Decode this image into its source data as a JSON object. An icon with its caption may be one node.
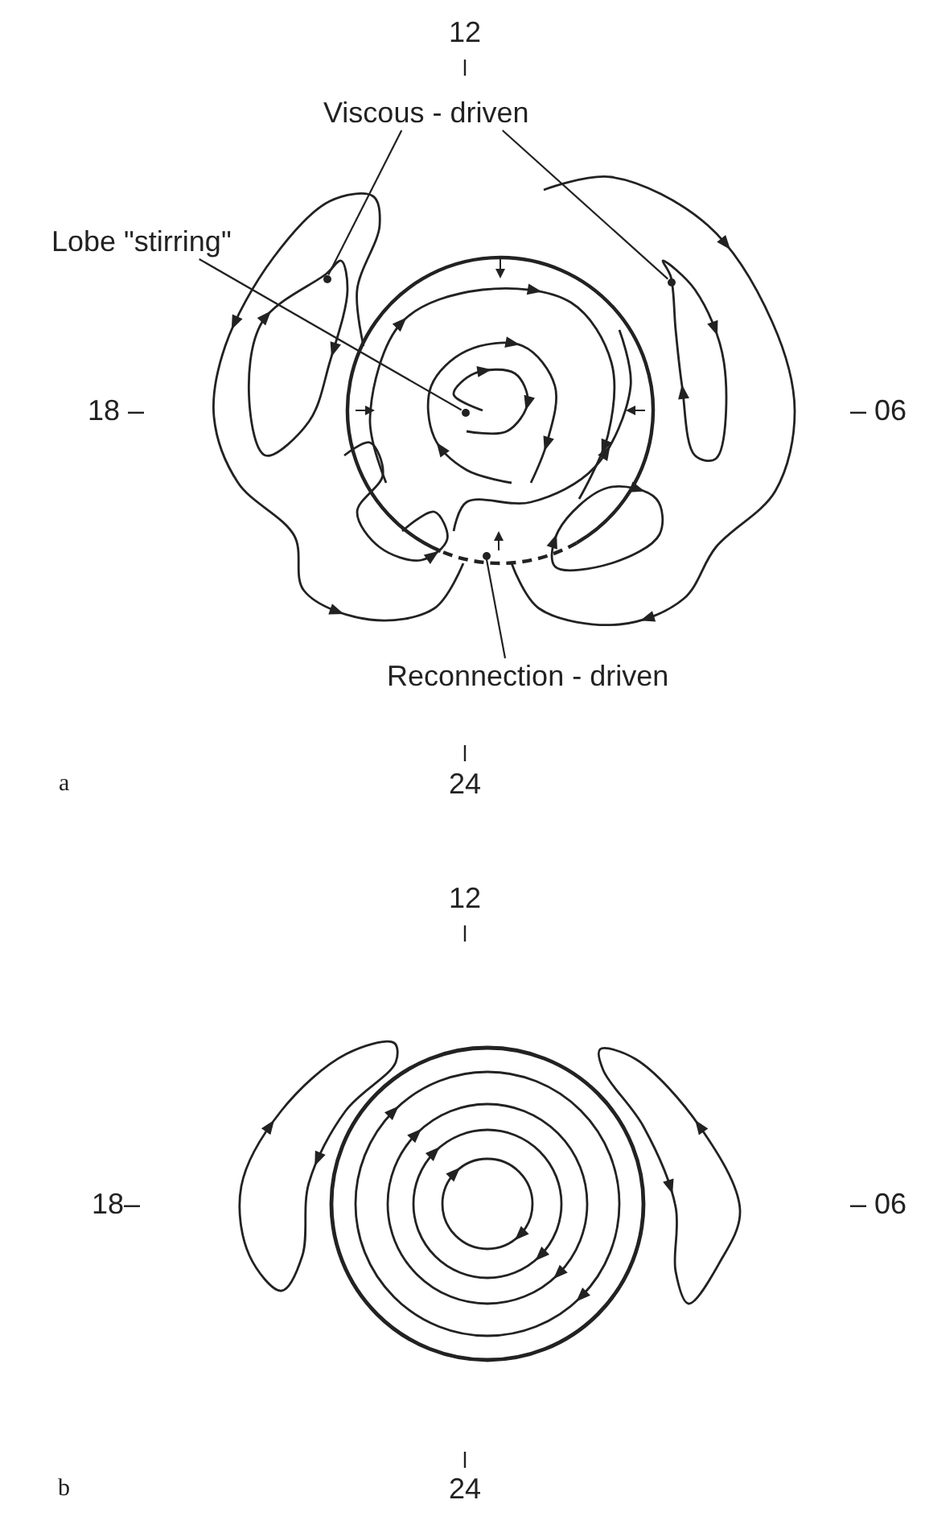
{
  "diagram": {
    "nodes": [
      {
        "text": [
          "Viscous - driven"
        ]
      },
      {
        "text": [
          "Lobe \"stirring\""
        ]
      },
      {
        "text": [
          "Reconnection - driven"
        ]
      },
      {
        "text": [],
        "shape": "circle"
      },
      {
        "text": [],
        "shape": "circle"
      },
      {
        "text": [],
        "shape": "circle"
      },
      {
        "text": [],
        "shape": "circle"
      }
    ],
    "edges": [
      {
        "from": 0,
        "to": 3,
        "arrow": "none"
      },
      {
        "from": 0,
        "to": 4,
        "arrow": "none"
      },
      {
        "from": 1,
        "to": 5,
        "arrow": "none"
      },
      {
        "from": 2,
        "to": 6,
        "arrow": "none"
      }
    ],
    "labels": [
      "12",
      "18 –",
      "– 06",
      "a",
      "24",
      "12",
      "18–",
      "– 06",
      "b",
      "24"
    ]
  }
}
